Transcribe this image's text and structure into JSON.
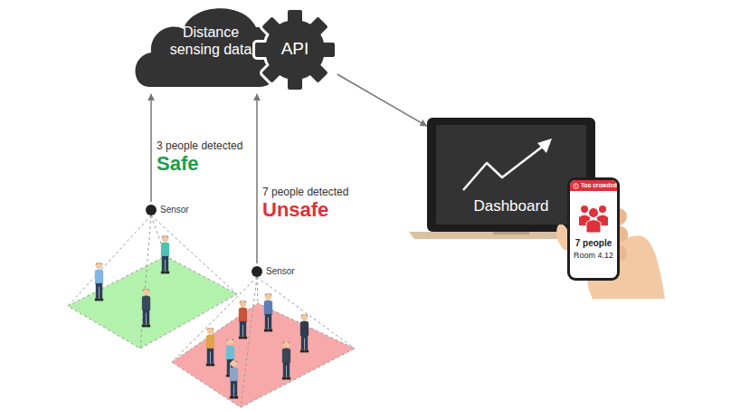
{
  "diagram": {
    "nodes": [
      {
        "text": [
          "Distance sensing data"
        ]
      },
      {
        "text": [
          "API"
        ]
      },
      {
        "text": [
          "Sensor"
        ]
      },
      {
        "text": [
          "Sensor"
        ]
      },
      {
        "text": [
          "Dashboard"
        ]
      },
      {
        "text": [
          "Too crowded",
          "7 people",
          "Room 4.12"
        ]
      }
    ],
    "edges": [
      {
        "from": 2,
        "to": 0,
        "arrow": "to",
        "label": "3 people detected"
      },
      {
        "from": 3,
        "to": 0,
        "arrow": "to",
        "label": "7 people detected"
      },
      {
        "from": 1,
        "to": 4,
        "arrow": "to"
      }
    ],
    "labels": [
      "Safe",
      "Unsafe"
    ]
  }
}
